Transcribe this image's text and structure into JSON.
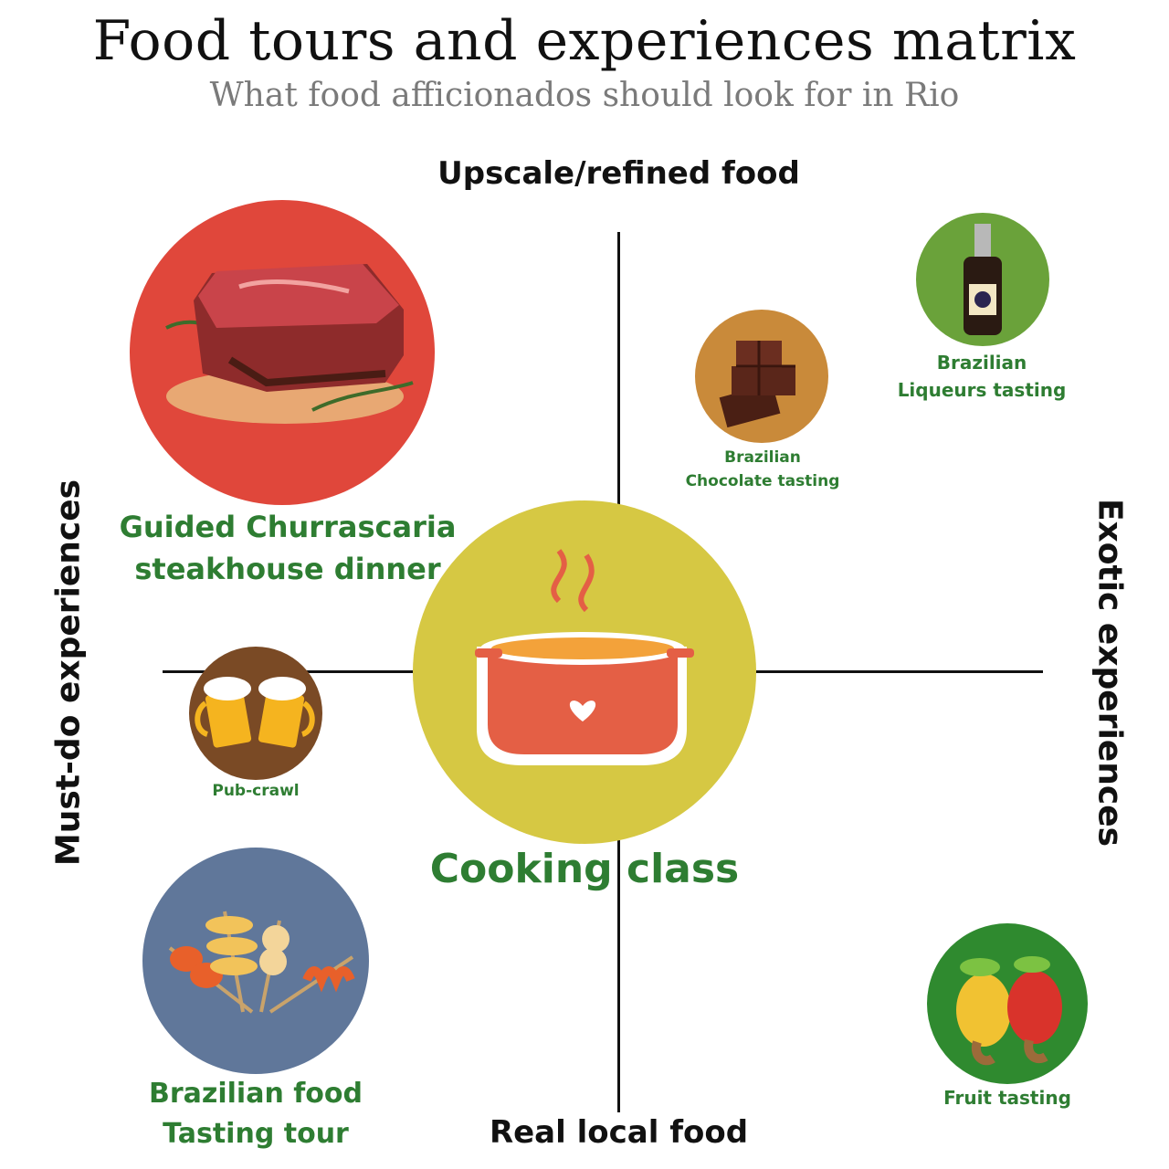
{
  "header": {
    "title": "Food  tours and experiences matrix",
    "subtitle": "What food afficionados should look for in Rio"
  },
  "axes": {
    "top": "Upscale/refined food",
    "bottom": "Real local food",
    "left": "Must-do experiences",
    "right": "Exotic experiences"
  },
  "items": {
    "churrascaria": {
      "line1": "Guided Churrascaria",
      "line2": "steakhouse dinner",
      "icon": "steak-icon",
      "color": "#e0473b"
    },
    "chocolate": {
      "line1": "Brazilian",
      "line2": "Chocolate tasting",
      "icon": "chocolate-icon",
      "color": "#c98a3a"
    },
    "liqueurs": {
      "line1": "Brazilian",
      "line2": "Liqueurs tasting",
      "icon": "liqueur-bottle-icon",
      "color": "#6aa23a"
    },
    "pubcrawl": {
      "line1": "Pub-crawl",
      "icon": "beer-mugs-icon",
      "color": "#7a4a25"
    },
    "cooking": {
      "line1": "Cooking class",
      "icon": "cooking-pot-icon",
      "color": "#d6c843"
    },
    "tastingtour": {
      "line1": "Brazilian food",
      "line2": "Tasting tour",
      "icon": "skewers-icon",
      "color": "#60779a"
    },
    "fruit": {
      "line1": "Fruit tasting",
      "icon": "cashew-fruit-icon",
      "color": "#2f8a2f"
    }
  },
  "colors": {
    "label_green": "#2e7d32",
    "axis": "#111111"
  }
}
